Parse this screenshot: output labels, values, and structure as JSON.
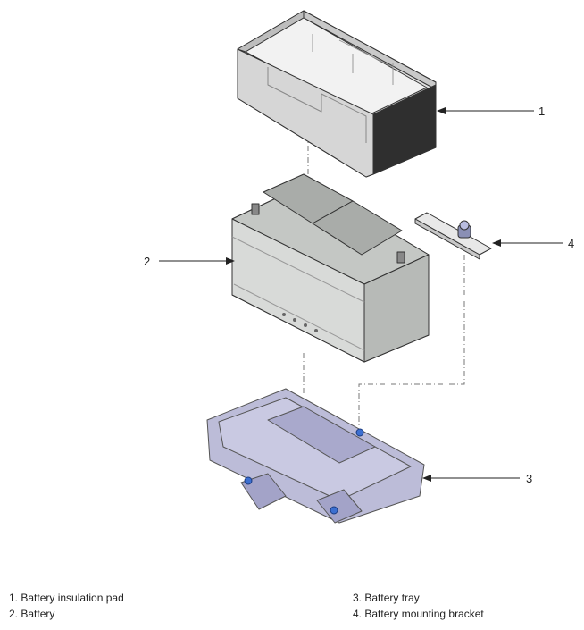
{
  "callouts": [
    "1",
    "2",
    "3",
    "4"
  ],
  "legend": {
    "left": [
      "1. Battery insulation pad",
      "2. Battery"
    ],
    "right": [
      "3. Battery tray",
      "4. Battery mounting bracket"
    ]
  },
  "colors": {
    "insulation_pad": "#dcdcdc",
    "battery_body": "#d2d4d2",
    "tray": "#b9b9d6",
    "bolt": "#3c6fd0",
    "outline": "#222222"
  }
}
